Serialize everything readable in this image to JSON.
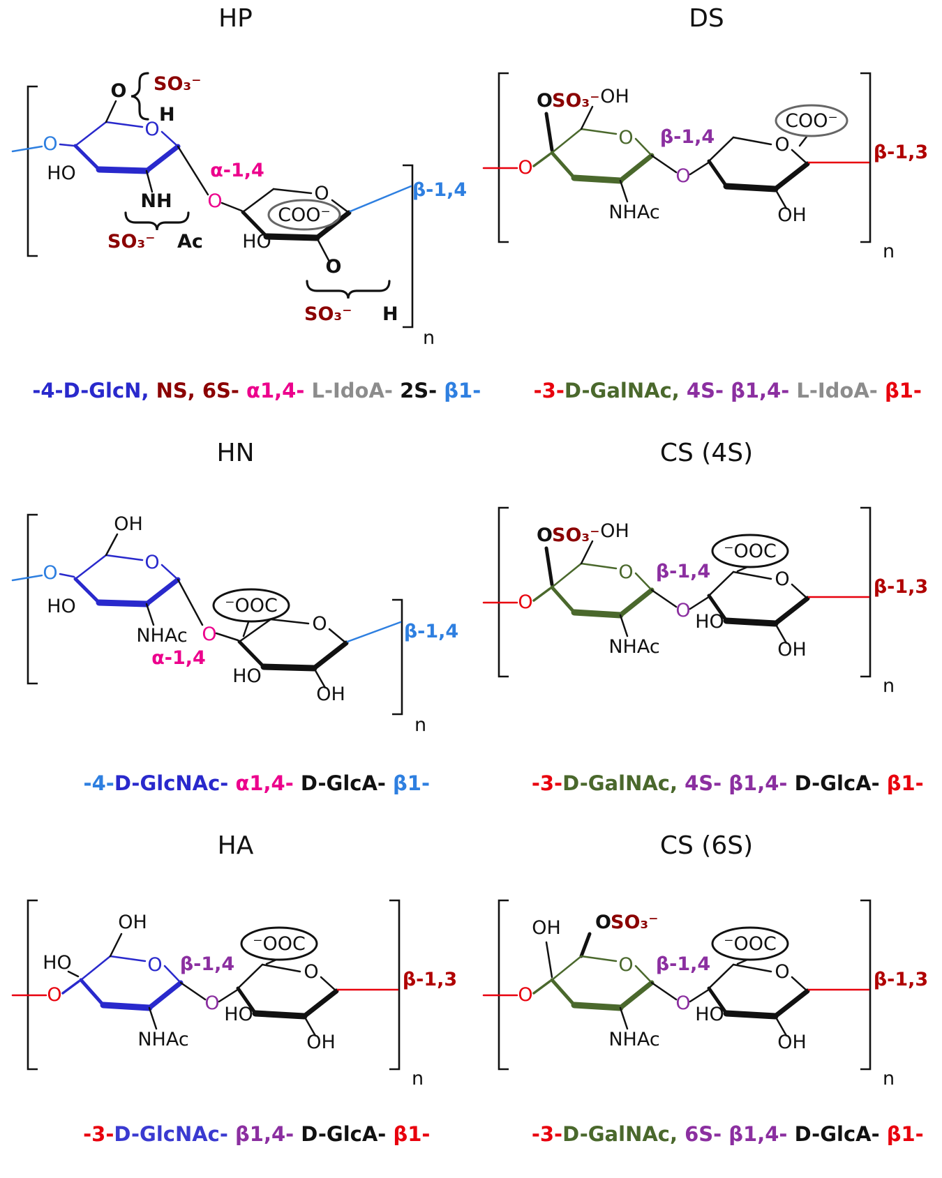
{
  "palette": {
    "glcn_blue": "#2929cc",
    "link_blue": "#2e7fe0",
    "pink_alpha14": "#ec008c",
    "maroon_sulfate": "#8b0000",
    "gray_idoa": "#8c8c8c",
    "galnac_green": "#4a682c",
    "purple_beta14": "#8b2fa0",
    "red_linkage": "#e8000d",
    "dark_red_beta13": "#b00000",
    "black": "#111111"
  },
  "labels": {
    "O": "O",
    "OH": "OH",
    "HO": "HO",
    "H": "H",
    "NH": "NH",
    "NHAc": "NHAc",
    "Ac": "Ac",
    "SO3": "SO₃⁻",
    "COO": "COO⁻",
    "OOC": "⁻OOC",
    "n": "n"
  },
  "panels": {
    "hp": {
      "title": "HP",
      "linkage_mid": "α-1,4",
      "linkage_right": "β-1,4",
      "caption": [
        {
          "text": "-4-D-GlcN,",
          "color": "#2929cc"
        },
        {
          "text": " NS,",
          "color": "#8b0000"
        },
        {
          "text": " 6S-",
          "color": "#8b0000"
        },
        {
          "text": " α1,4-",
          "color": "#ec008c"
        },
        {
          "text": " L-IdoA-",
          "color": "#8c8c8c"
        },
        {
          "text": " 2S-",
          "color": "#111111"
        },
        {
          "text": " β1-",
          "color": "#2e7fe0"
        }
      ]
    },
    "ds": {
      "title": "DS",
      "linkage_mid": "β-1,4",
      "linkage_right": "β-1,3",
      "caption": [
        {
          "text": "-3-",
          "color": "#e8000d"
        },
        {
          "text": "D-GalNAc,",
          "color": "#4a682c"
        },
        {
          "text": " 4S-",
          "color": "#8b2fa0"
        },
        {
          "text": " β1,4-",
          "color": "#8b2fa0"
        },
        {
          "text": " L-IdoA-",
          "color": "#8c8c8c"
        },
        {
          "text": " β1-",
          "color": "#e8000d"
        }
      ]
    },
    "hn": {
      "title": "HN",
      "linkage_mid": "α-1,4",
      "linkage_right": "β-1,4",
      "caption": [
        {
          "text": "-4-",
          "color": "#2e7fe0"
        },
        {
          "text": "D-GlcNAc-",
          "color": "#2929cc"
        },
        {
          "text": " α1,4-",
          "color": "#ec008c"
        },
        {
          "text": " D-GlcA-",
          "color": "#111111"
        },
        {
          "text": " β1-",
          "color": "#2e7fe0"
        }
      ]
    },
    "cs4": {
      "title": "CS (4S)",
      "linkage_mid": "β-1,4",
      "linkage_right": "β-1,3",
      "caption": [
        {
          "text": "-3-",
          "color": "#e8000d"
        },
        {
          "text": "D-GalNAc,",
          "color": "#4a682c"
        },
        {
          "text": " 4S-",
          "color": "#8b2fa0"
        },
        {
          "text": " β1,4-",
          "color": "#8b2fa0"
        },
        {
          "text": " D-GlcA-",
          "color": "#111111"
        },
        {
          "text": " β1-",
          "color": "#e8000d"
        }
      ]
    },
    "ha": {
      "title": "HA",
      "linkage_mid": "β-1,4",
      "linkage_right": "β-1,3",
      "caption": [
        {
          "text": "-3-",
          "color": "#e8000d"
        },
        {
          "text": "D-GlcNAc-",
          "color": "#3a3ad0"
        },
        {
          "text": " β1,4-",
          "color": "#8b2fa0"
        },
        {
          "text": " D-GlcA-",
          "color": "#111111"
        },
        {
          "text": " β1-",
          "color": "#e8000d"
        }
      ]
    },
    "cs6": {
      "title": "CS (6S)",
      "linkage_mid": "β-1,4",
      "linkage_right": "β-1,3",
      "caption": [
        {
          "text": "-3-",
          "color": "#e8000d"
        },
        {
          "text": "D-GalNAc,",
          "color": "#4a682c"
        },
        {
          "text": " 6S-",
          "color": "#8b2fa0"
        },
        {
          "text": " β1,4-",
          "color": "#8b2fa0"
        },
        {
          "text": " D-GlcA-",
          "color": "#111111"
        },
        {
          "text": " β1-",
          "color": "#e8000d"
        }
      ]
    }
  }
}
